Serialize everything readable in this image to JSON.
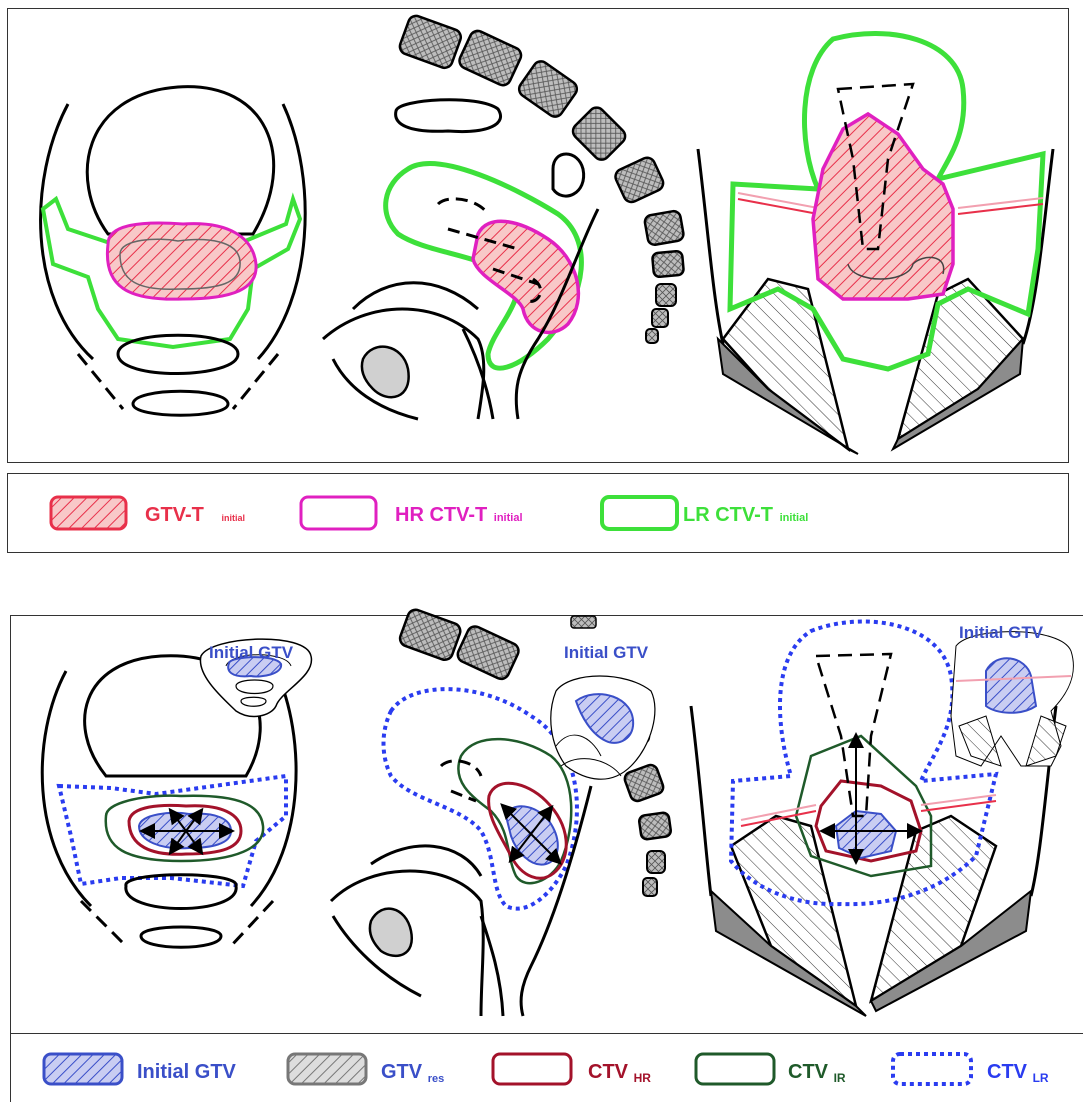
{
  "top_panel": {
    "legend": {
      "gtv": {
        "label": "GTV-T",
        "sub": "initial"
      },
      "hr": {
        "label": "HR CTV-T",
        "sub": "initial"
      },
      "lr": {
        "label": "LR CTV-T",
        "sub": "initial"
      }
    }
  },
  "bottom_panel": {
    "inset_labels": [
      "Initial GTV",
      "Initial GTV",
      "Initial GTV"
    ],
    "legend": {
      "initial_gtv": {
        "label": "Initial  GTV"
      },
      "gtv_res": {
        "label": "GTV",
        "sub": "res"
      },
      "ctv_hr": {
        "label": "CTV",
        "sub": "HR"
      },
      "ctv_ir": {
        "label": "CTV",
        "sub": "IR"
      },
      "ctv_lr": {
        "label": "CTV",
        "sub": "LR"
      }
    }
  },
  "colors": {
    "gtv_red": "#e8304a",
    "hr_magenta": "#e020c0",
    "lr_green": "#3de03a",
    "initial_blue": "#3a4fc8",
    "gtv_res_gray": "#777777",
    "ctv_hr_darkred": "#a3122a",
    "ctv_ir_darkgreen": "#1f5a2a",
    "ctv_lr_blue": "#2a3cf0",
    "bone_gray": "#8c8c8c"
  }
}
